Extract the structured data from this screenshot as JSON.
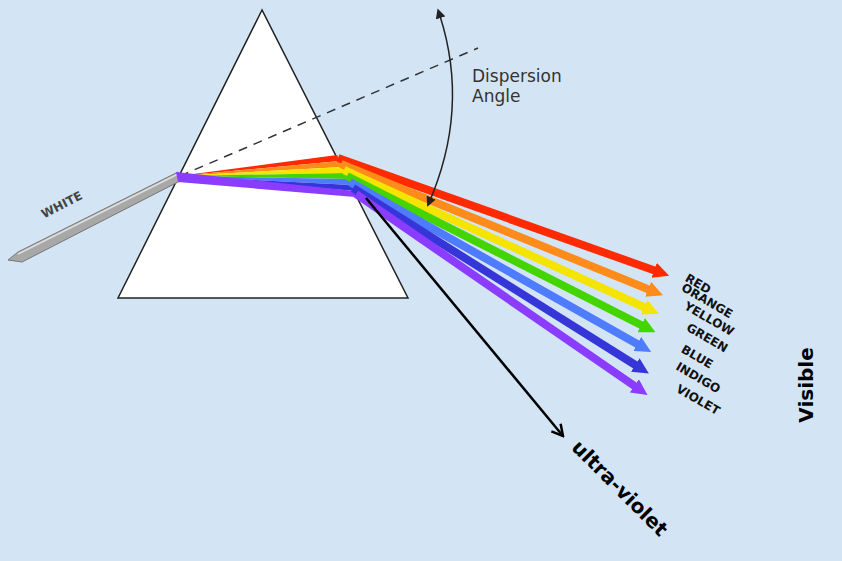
{
  "diagram": {
    "labels": [
      "WHITE",
      "Dispersion Angle",
      "RED",
      "ORANGE",
      "YELLOW",
      "GREEN",
      "BLUE",
      "INDIGO",
      "VIOLET",
      "Visible",
      "ultra-violet"
    ]
  }
}
